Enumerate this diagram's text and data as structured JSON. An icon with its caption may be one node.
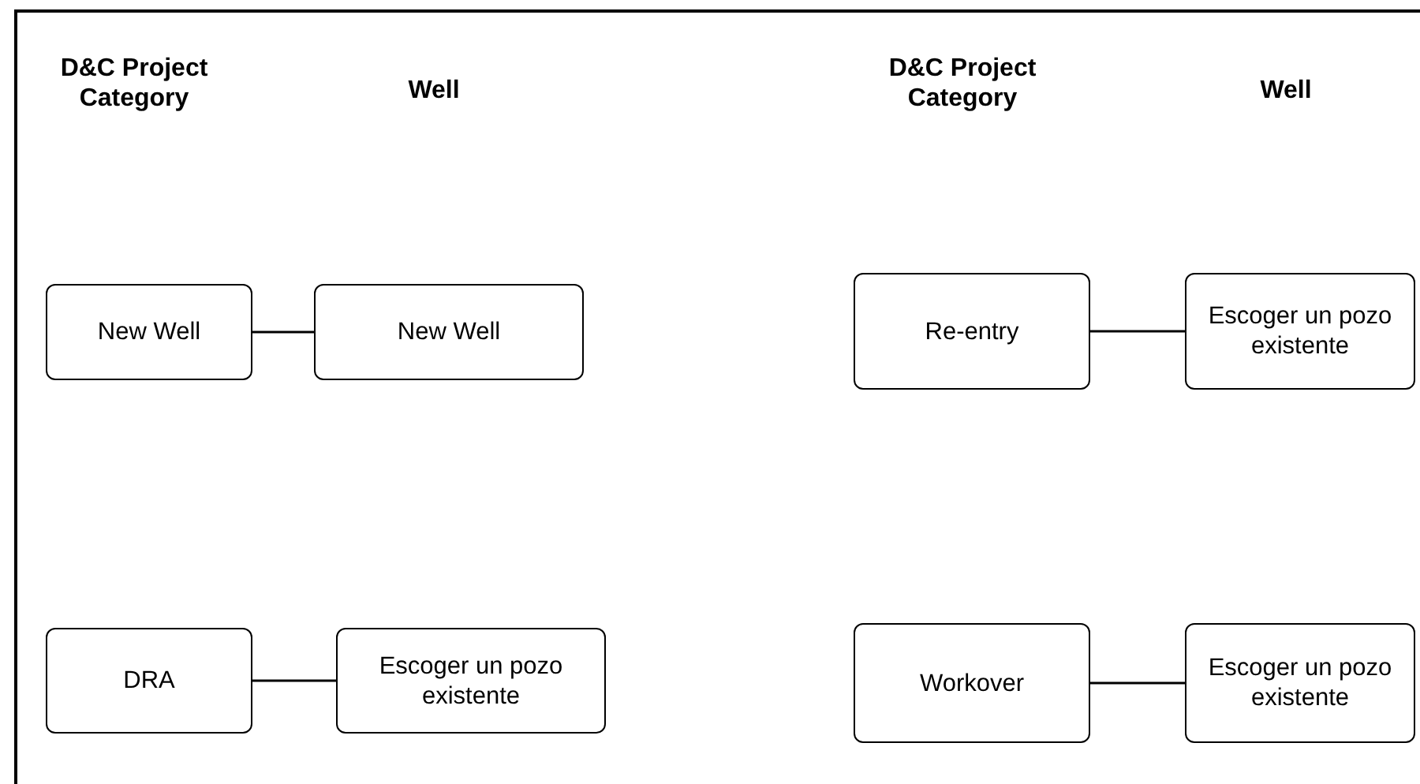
{
  "diagram": {
    "nodes": [
      {
        "text": [
          "New Well"
        ]
      },
      {
        "text": [
          "New Well"
        ]
      },
      {
        "text": [
          "Re-entry"
        ]
      },
      {
        "text": [
          "Escoger un pozo existente"
        ]
      },
      {
        "text": [
          "DRA"
        ]
      },
      {
        "text": [
          "Escoger un pozo existente"
        ]
      },
      {
        "text": [
          "Workover"
        ]
      },
      {
        "text": [
          "Escoger un pozo existente"
        ]
      }
    ],
    "edges": [
      {
        "from": 0,
        "to": 1,
        "arrow": "none"
      },
      {
        "from": 2,
        "to": 3,
        "arrow": "none"
      },
      {
        "from": 4,
        "to": 5,
        "arrow": "none"
      },
      {
        "from": 6,
        "to": 7,
        "arrow": "none"
      }
    ],
    "labels": [
      "D&C Project Category",
      "Well",
      "D&C Project Category",
      "Well"
    ]
  }
}
